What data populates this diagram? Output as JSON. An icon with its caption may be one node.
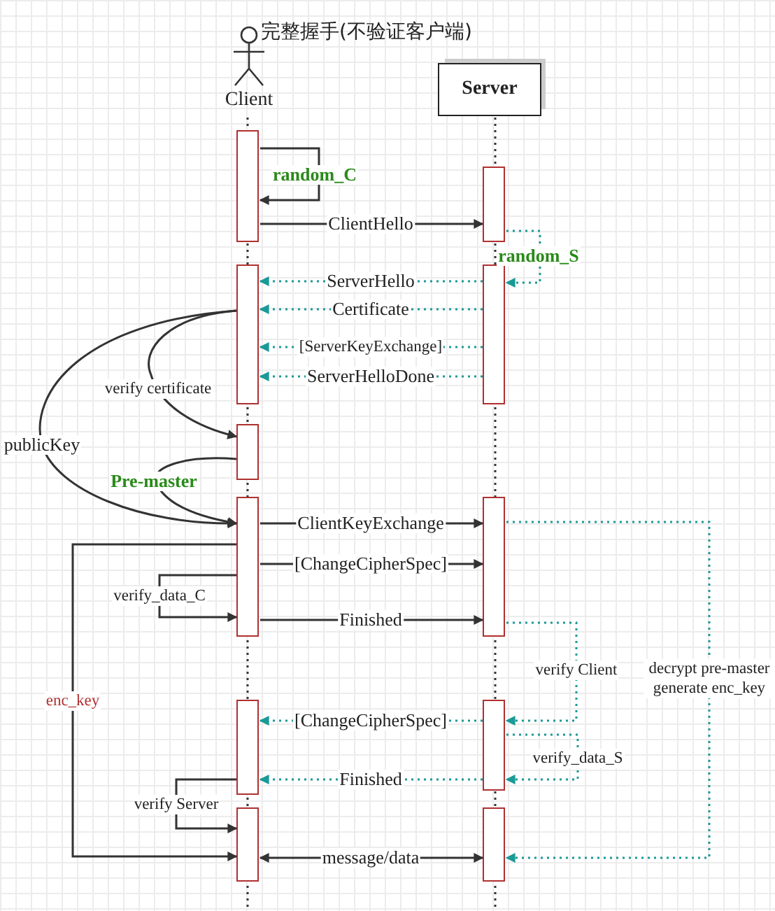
{
  "diagram": {
    "title": "完整握手(不验证客户端)",
    "nodes": [
      {
        "text": [
          "Client"
        ]
      },
      {
        "text": [
          "Server"
        ]
      },
      {
        "text": [],
        "shape": "bar"
      },
      {
        "text": [],
        "shape": "bar"
      },
      {
        "text": [],
        "shape": "bar"
      },
      {
        "text": [],
        "shape": "bar"
      },
      {
        "text": [],
        "shape": "bar"
      },
      {
        "text": [],
        "shape": "bar"
      },
      {
        "text": [],
        "shape": "bar"
      },
      {
        "text": [],
        "shape": "bar"
      },
      {
        "text": [],
        "shape": "bar"
      },
      {
        "text": [],
        "shape": "bar"
      },
      {
        "text": [],
        "shape": "bar"
      }
    ],
    "edges": [
      {
        "from": 2,
        "to": 2,
        "arrow": "to",
        "label": "random_C"
      },
      {
        "from": 2,
        "to": 3,
        "arrow": "to",
        "label": "ClientHello"
      },
      {
        "from": 3,
        "to": 5,
        "arrow": "to",
        "label": "random_S",
        "style": "dashed",
        "color": "#1a9a96"
      },
      {
        "from": 5,
        "to": 4,
        "arrow": "to",
        "label": "ServerHello",
        "style": "dashed",
        "color": "#1a9a96"
      },
      {
        "from": 5,
        "to": 4,
        "arrow": "to",
        "label": "Certificate",
        "style": "dashed",
        "color": "#1a9a96"
      },
      {
        "from": 5,
        "to": 4,
        "arrow": "to",
        "label": "[ServerKeyExchange]",
        "style": "dashed",
        "color": "#1a9a96"
      },
      {
        "from": 5,
        "to": 4,
        "arrow": "to",
        "label": "ServerHelloDone",
        "style": "dashed",
        "color": "#1a9a96"
      },
      {
        "from": 4,
        "to": 6,
        "arrow": "to",
        "label": "verify certificate"
      },
      {
        "from": 4,
        "to": 7,
        "arrow": "to",
        "label": "publicKey"
      },
      {
        "from": 6,
        "to": 7,
        "arrow": "to",
        "label": "Pre-master"
      },
      {
        "from": 7,
        "to": 8,
        "arrow": "to",
        "label": "ClientKeyExchange"
      },
      {
        "from": 7,
        "to": 8,
        "arrow": "to",
        "label": "[ChangeCipherSpec]"
      },
      {
        "from": 7,
        "to": 7,
        "arrow": "to",
        "label": "verify_data_C"
      },
      {
        "from": 7,
        "to": 8,
        "arrow": "to",
        "label": "Finished"
      },
      {
        "from": 7,
        "to": 11,
        "arrow": "to",
        "label": "enc_key"
      },
      {
        "from": 8,
        "to": 10,
        "arrow": "to",
        "label": "verify Client",
        "style": "dashed",
        "color": "#1a9a96"
      },
      {
        "from": 10,
        "to": 9,
        "arrow": "to",
        "label": "[ChangeCipherSpec]",
        "style": "dashed",
        "color": "#1a9a96"
      },
      {
        "from": 10,
        "to": 10,
        "arrow": "to",
        "label": "verify_data_S",
        "style": "dashed",
        "color": "#1a9a96"
      },
      {
        "from": 10,
        "to": 9,
        "arrow": "to",
        "label": "Finished",
        "style": "dashed",
        "color": "#1a9a96"
      },
      {
        "from": 9,
        "to": 11,
        "arrow": "to",
        "label": "verify Server"
      },
      {
        "from": 11,
        "to": 12,
        "arrow": "both",
        "label": "message/data"
      },
      {
        "from": 8,
        "to": 12,
        "arrow": "to",
        "label": "decrypt pre-master generate enc_key",
        "style": "dashed",
        "color": "#1a9a96"
      }
    ]
  }
}
